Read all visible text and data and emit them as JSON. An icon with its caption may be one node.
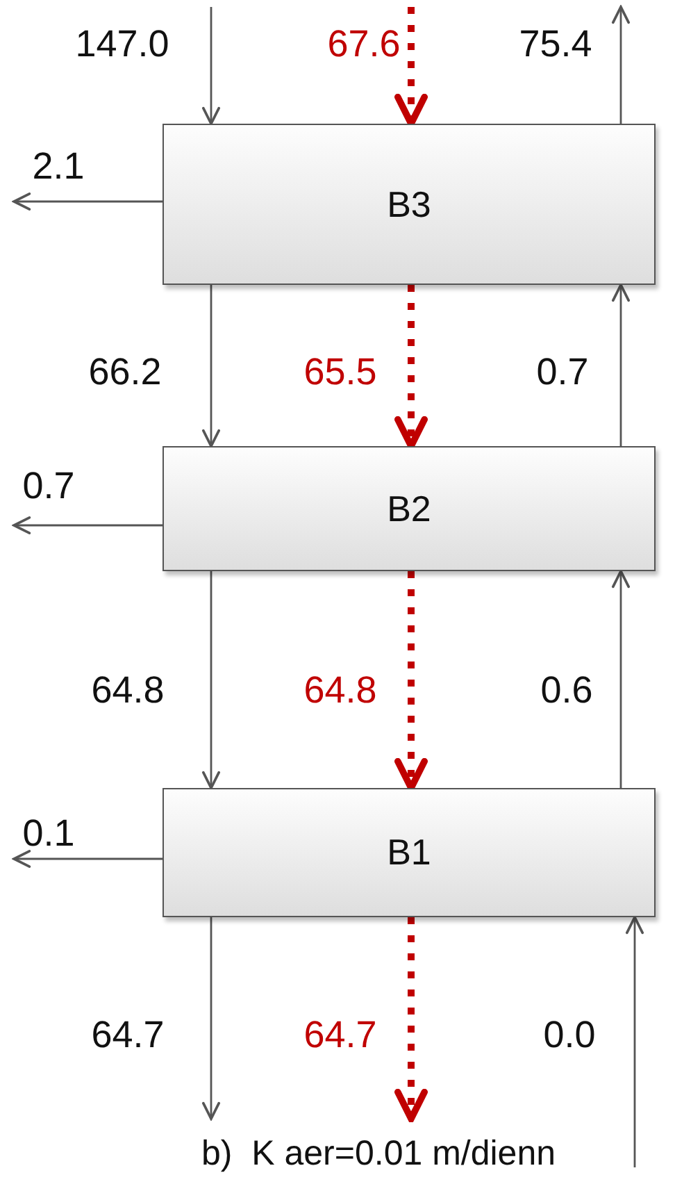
{
  "diagram": {
    "caption": "b)  K aer=0.01 m/dienn",
    "nodes": [
      {
        "text": [
          "B3"
        ]
      },
      {
        "text": [
          "B2"
        ]
      },
      {
        "text": [
          "B1"
        ]
      }
    ],
    "edges": [
      {
        "from": null,
        "to": 0,
        "arrow": "to",
        "label": "147.0"
      },
      {
        "from": null,
        "to": 0,
        "arrow": "to",
        "label": "67.6",
        "style": "dashed",
        "color": "#c00000"
      },
      {
        "from": 0,
        "to": null,
        "arrow": "to",
        "label": "75.4"
      },
      {
        "from": 0,
        "to": null,
        "arrow": "to",
        "label": "2.1"
      },
      {
        "from": 0,
        "to": 1,
        "arrow": "to",
        "label": "66.2"
      },
      {
        "from": 0,
        "to": 1,
        "arrow": "to",
        "label": "65.5",
        "style": "dashed",
        "color": "#c00000"
      },
      {
        "from": 1,
        "to": 0,
        "arrow": "to",
        "label": "0.7"
      },
      {
        "from": 1,
        "to": null,
        "arrow": "to",
        "label": "0.7"
      },
      {
        "from": 1,
        "to": 2,
        "arrow": "to",
        "label": "64.8"
      },
      {
        "from": 1,
        "to": 2,
        "arrow": "to",
        "label": "64.8",
        "style": "dashed",
        "color": "#c00000"
      },
      {
        "from": 2,
        "to": 1,
        "arrow": "to",
        "label": "0.6"
      },
      {
        "from": 2,
        "to": null,
        "arrow": "to",
        "label": "0.1"
      },
      {
        "from": 2,
        "to": null,
        "arrow": "to",
        "label": "64.7"
      },
      {
        "from": 2,
        "to": null,
        "arrow": "to",
        "label": "64.7",
        "style": "dashed",
        "color": "#c00000"
      },
      {
        "from": null,
        "to": 2,
        "arrow": "to",
        "label": "0.0"
      }
    ]
  }
}
